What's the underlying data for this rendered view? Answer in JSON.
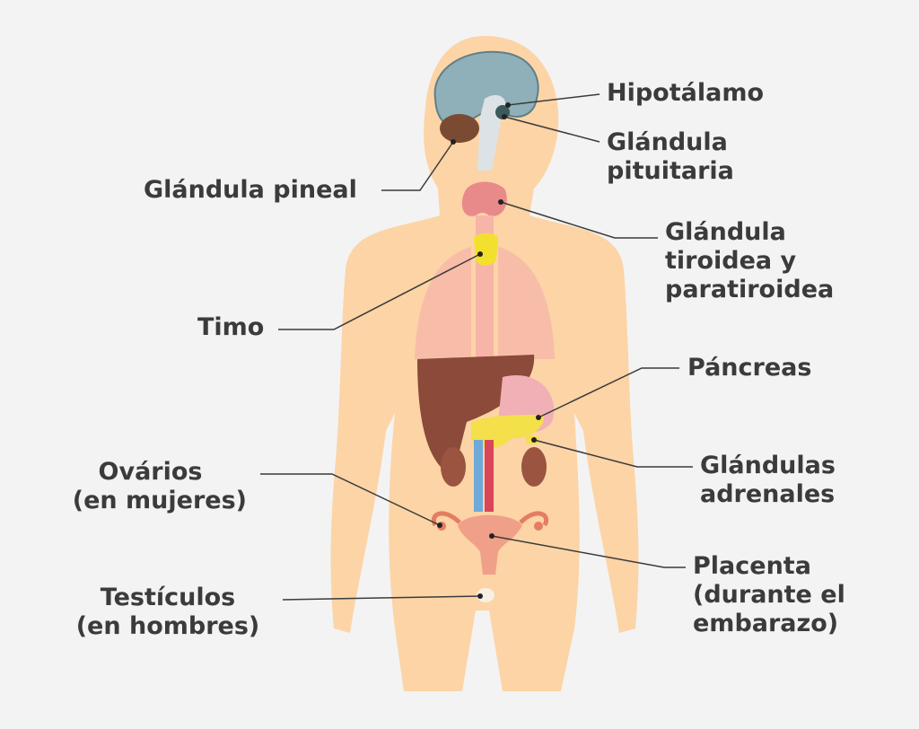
{
  "colors": {
    "background": "#f3f3f3",
    "skin": "#fcd4a6",
    "text": "#3b3b3b",
    "leader_line": "#3b3b3b"
  },
  "labels": {
    "hypothalamus": "Hipotálamo",
    "pituitary": [
      "Glándula",
      "pituitaria"
    ],
    "pineal": "Glándula pineal",
    "thyroid": [
      "Glándula",
      "tiroidea y",
      "paratiroidea"
    ],
    "thymus": "Timo",
    "pancreas": "Páncreas",
    "adrenals": [
      "Glándulas",
      "adrenales"
    ],
    "ovaries": [
      "Ovários",
      "(en mujeres)"
    ],
    "testes": [
      "Testículos",
      "(en hombres)"
    ],
    "placenta": [
      "Placenta",
      "(durante el",
      "embarazo)"
    ]
  }
}
